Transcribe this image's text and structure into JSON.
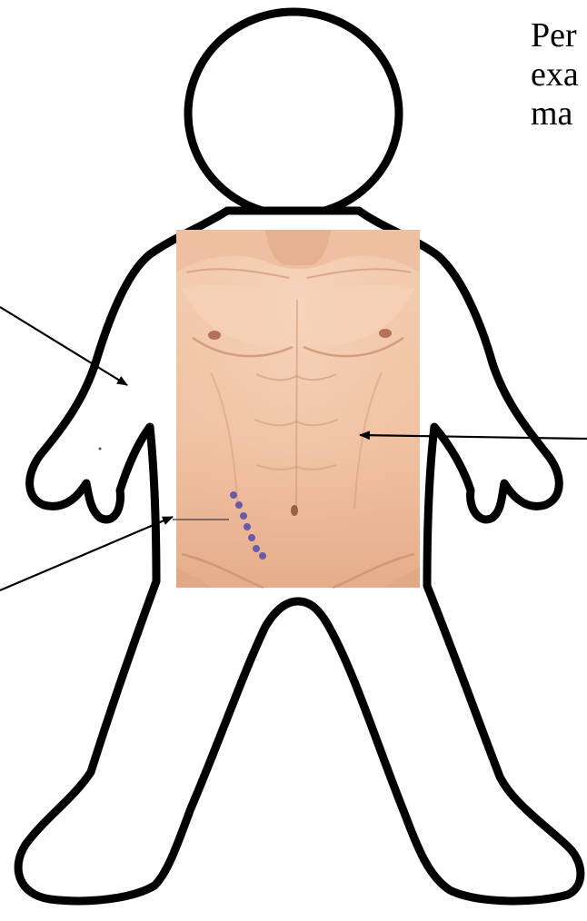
{
  "figure": {
    "corner_text_lines": [
      "Per",
      "exa",
      "ma"
    ],
    "outline_color": "#000000",
    "skin_base": "#f0c3a3",
    "skin_shadow": "#d9a181",
    "incision_marker_color": "#6b5aa8"
  },
  "annotations": {
    "arrow_count": 3
  }
}
